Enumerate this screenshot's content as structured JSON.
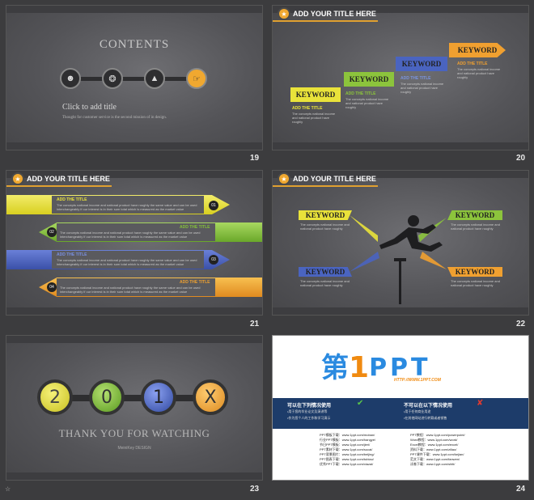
{
  "slides": {
    "s19": {
      "number": "19",
      "title": "CONTENTS",
      "click": "Click to add title",
      "subtitle": "Thought for customer service  is the second mission of in design.",
      "icons": [
        "user-icon",
        "compass-icon",
        "chart-icon",
        "hand-icon"
      ]
    },
    "s20": {
      "number": "20",
      "header": "ADD YOUR TITLE HERE",
      "steps": [
        {
          "keyword": "KEYWORD",
          "title": "ADD THE TITLE",
          "text": "The concepts national income and national product have roughly",
          "color": "#e9e23a"
        },
        {
          "keyword": "KEYWORD",
          "title": "ADD THE TITLE",
          "text": "The concepts national income and national product have roughly",
          "color": "#8cc43c"
        },
        {
          "keyword": "KEYWORD",
          "title": "ADD THE TITLE",
          "text": "The concepts national income and national product have roughly",
          "color": "#4a64c0"
        },
        {
          "keyword": "KEYWORD",
          "title": "ADD THE TITLE",
          "text": "The concepts national income and national product have roughly",
          "color": "#f0a030"
        }
      ]
    },
    "s21": {
      "number": "21",
      "header": "ADD YOUR TITLE HERE",
      "rows": [
        {
          "num": "01",
          "title": "ADD THE TITLE",
          "text": "The concepts national income and national product have roughly the same value and can be used interchangeably if our interest is in their sum total which is measured as the market value",
          "color": "#e8e03a"
        },
        {
          "num": "02",
          "title": "ADD THE TITLE",
          "text": "The concepts national income and national product have roughly the same value and can be used interchangeably if our interest is in their sum total which is measured as the market value",
          "color": "#84c03a"
        },
        {
          "num": "03",
          "title": "ADD THE TITLE",
          "text": "The concepts national income and national product have roughly the same value and can be used interchangeably if our interest is in their sum total which is measured as the market value",
          "color": "#4a60b8"
        },
        {
          "num": "04",
          "title": "ADD THE TITLE",
          "text": "The concepts national income and national product have roughly the same value and can be used interchangeably if our interest is in their sum total which is measured as the market value",
          "color": "#eea030"
        }
      ]
    },
    "s22": {
      "number": "22",
      "header": "ADD YOUR TITLE HERE",
      "items": [
        {
          "keyword": "KEYWORD",
          "text": "The concepts national income and national product have roughly"
        },
        {
          "keyword": "KEYWORD",
          "text": "The concepts national income and national product have roughly"
        },
        {
          "keyword": "KEYWORD",
          "text": "The concepts national income and national product have roughly"
        },
        {
          "keyword": "KEYWORD",
          "text": "The concepts national income and national product have roughly"
        }
      ]
    },
    "s23": {
      "number": "23",
      "chars": [
        "2",
        "0",
        "1",
        "X"
      ],
      "message": "THANK YOU FOR WATCHING",
      "name": "MeiniKey DESIGN"
    },
    "s24": {
      "number": "24",
      "brand_a": "第",
      "brand_b": "1",
      "brand_c": "PPT",
      "url": "HTTP://WWW.1PPT.COM",
      "can_title": "可以在下列情况使用",
      "cannot_title": "不可以在以下情况使用",
      "can_lines": [
        "•用于您的毕业论文及演讲等",
        "•作为您个人的工作和学习演示"
      ],
      "cannot_lines": [
        "•用于任何商业用途",
        "•在其他网站进行转载或者销售"
      ],
      "links_left": [
        "PPT模板下载：www.1ppt.com/moban/",
        "行业PPT模板：www.1ppt.com/hangye/",
        "节日PPT模板：www.1ppt.com/jieri/",
        "PPT素材下载：www.1ppt.com/sucai/",
        "PPT背景图片：www.1ppt.com/beijing/",
        "PPT图表下载：www.1ppt.com/tubiao/",
        "优秀PPT下载：www.1ppt.com/xiazai/"
      ],
      "links_right": [
        "PPT教程：www.1ppt.com/powerpoint/",
        "Word教程：www.1ppt.com/word/",
        "Excel教程：www.1ppt.com/excel/",
        "资料下载：www.1ppt.com/ziliao/",
        "PPT课件下载：www.1ppt.com/kejian/",
        "范文下载：www.1ppt.com/fanwen/",
        "试卷下载：www.1ppt.com/shiti/"
      ]
    }
  }
}
